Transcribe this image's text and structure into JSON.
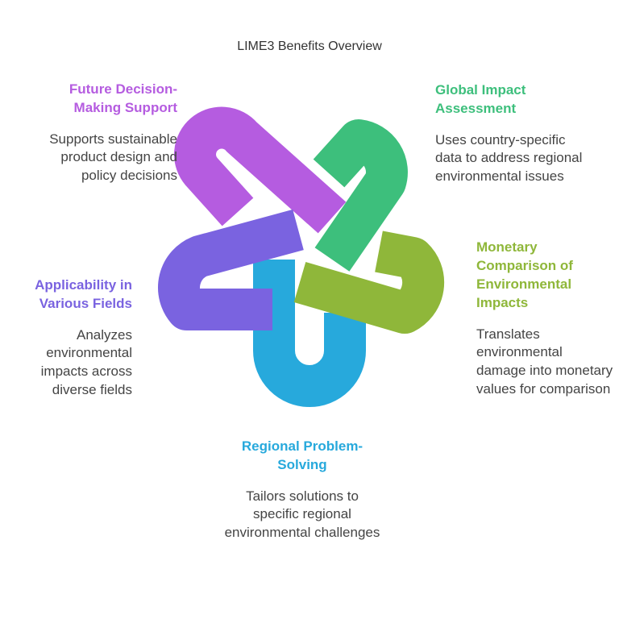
{
  "title": "LIME3 Benefits Overview",
  "benefits": [
    {
      "key": "future",
      "heading": "Future Decision-Making Support",
      "description": "Supports sustainable product design and policy decisions",
      "color": "#b55ce0"
    },
    {
      "key": "global",
      "heading": "Global Impact Assessment",
      "description": "Uses country-specific data to address regional environmental issues",
      "color": "#3dbf7c"
    },
    {
      "key": "monetary",
      "heading": "Monetary Comparison of Environmental Impacts",
      "description": "Translates environmental damage into monetary values for comparison",
      "color": "#8fb73a"
    },
    {
      "key": "regional",
      "heading": "Regional Problem-Solving",
      "description": "Tailors solutions to specific regional environmental challenges",
      "color": "#27a9dc"
    },
    {
      "key": "apply",
      "heading": "Applicability in Various Fields",
      "description": "Analyzes environmental impacts across diverse fields",
      "color": "#7a63e0"
    }
  ]
}
